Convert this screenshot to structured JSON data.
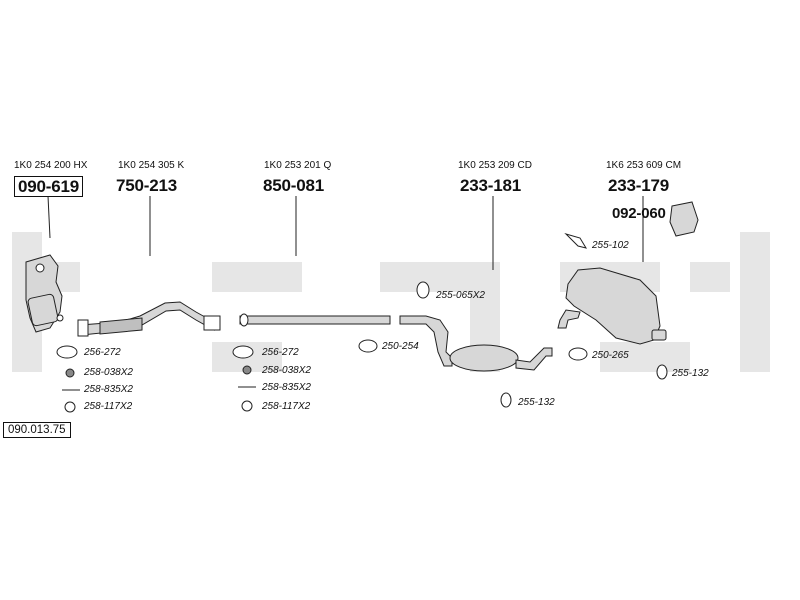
{
  "kit_number": "090.013.75",
  "assemblies": [
    {
      "oe": "1K0 254 200 HX",
      "part": "090-619",
      "boxed": true
    },
    {
      "oe": "1K0 254 305 K",
      "part": "750-213",
      "boxed": false
    },
    {
      "oe": "1K0 253 201 Q",
      "part": "850-081",
      "boxed": false
    },
    {
      "oe": "1K0 253 209 CD",
      "part": "233-181",
      "boxed": false
    },
    {
      "oe": "1K6 253 609 CM",
      "part": "233-179",
      "boxed": false
    }
  ],
  "extra_part": "092-060",
  "accessories": {
    "a1": "256-272",
    "a2": "258-038X2",
    "a3": "258-835X2",
    "a4": "258-117X2",
    "b1": "256-272",
    "b2": "258-038X2",
    "b3": "258-835X2",
    "b4": "258-117X2",
    "c1": "250-254",
    "c2": "255-065X2",
    "c3": "255-132",
    "d1": "255-102",
    "d2": "250-265",
    "d3": "255-132"
  },
  "colors": {
    "watermark": "#e6e6e6",
    "line": "#222222",
    "part_fill": "#d7d7d7"
  }
}
